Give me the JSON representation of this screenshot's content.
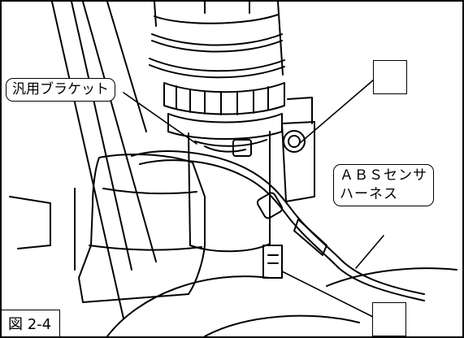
{
  "labels": {
    "bracket": "汎用ブラケット",
    "abs_line1": "ＡＢＳセンサ",
    "abs_line2": "ハーネス"
  },
  "blank_boxes": [
    "",
    ""
  ],
  "caption": "図 2-4",
  "colors": {
    "ink": "#000000",
    "paper": "#ffffff"
  }
}
